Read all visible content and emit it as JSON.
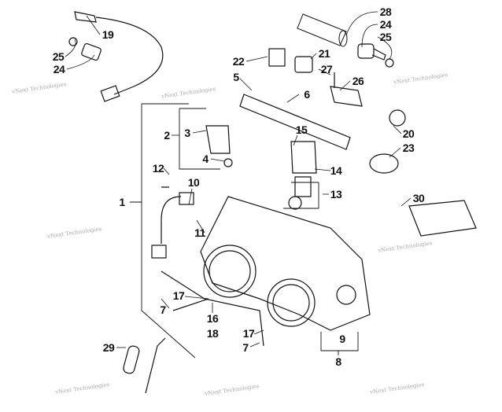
{
  "watermark": "vNext Technologies",
  "labels": [
    "28",
    "24",
    "25",
    "19",
    "25",
    "24",
    "22",
    "21",
    "27",
    "5",
    "26",
    "6",
    "2",
    "3",
    "15",
    "20",
    "23",
    "4",
    "12",
    "10",
    "14",
    "1",
    "13",
    "30",
    "11",
    "17",
    "7",
    "16",
    "18",
    "17",
    "7",
    "9",
    "29",
    "8"
  ]
}
